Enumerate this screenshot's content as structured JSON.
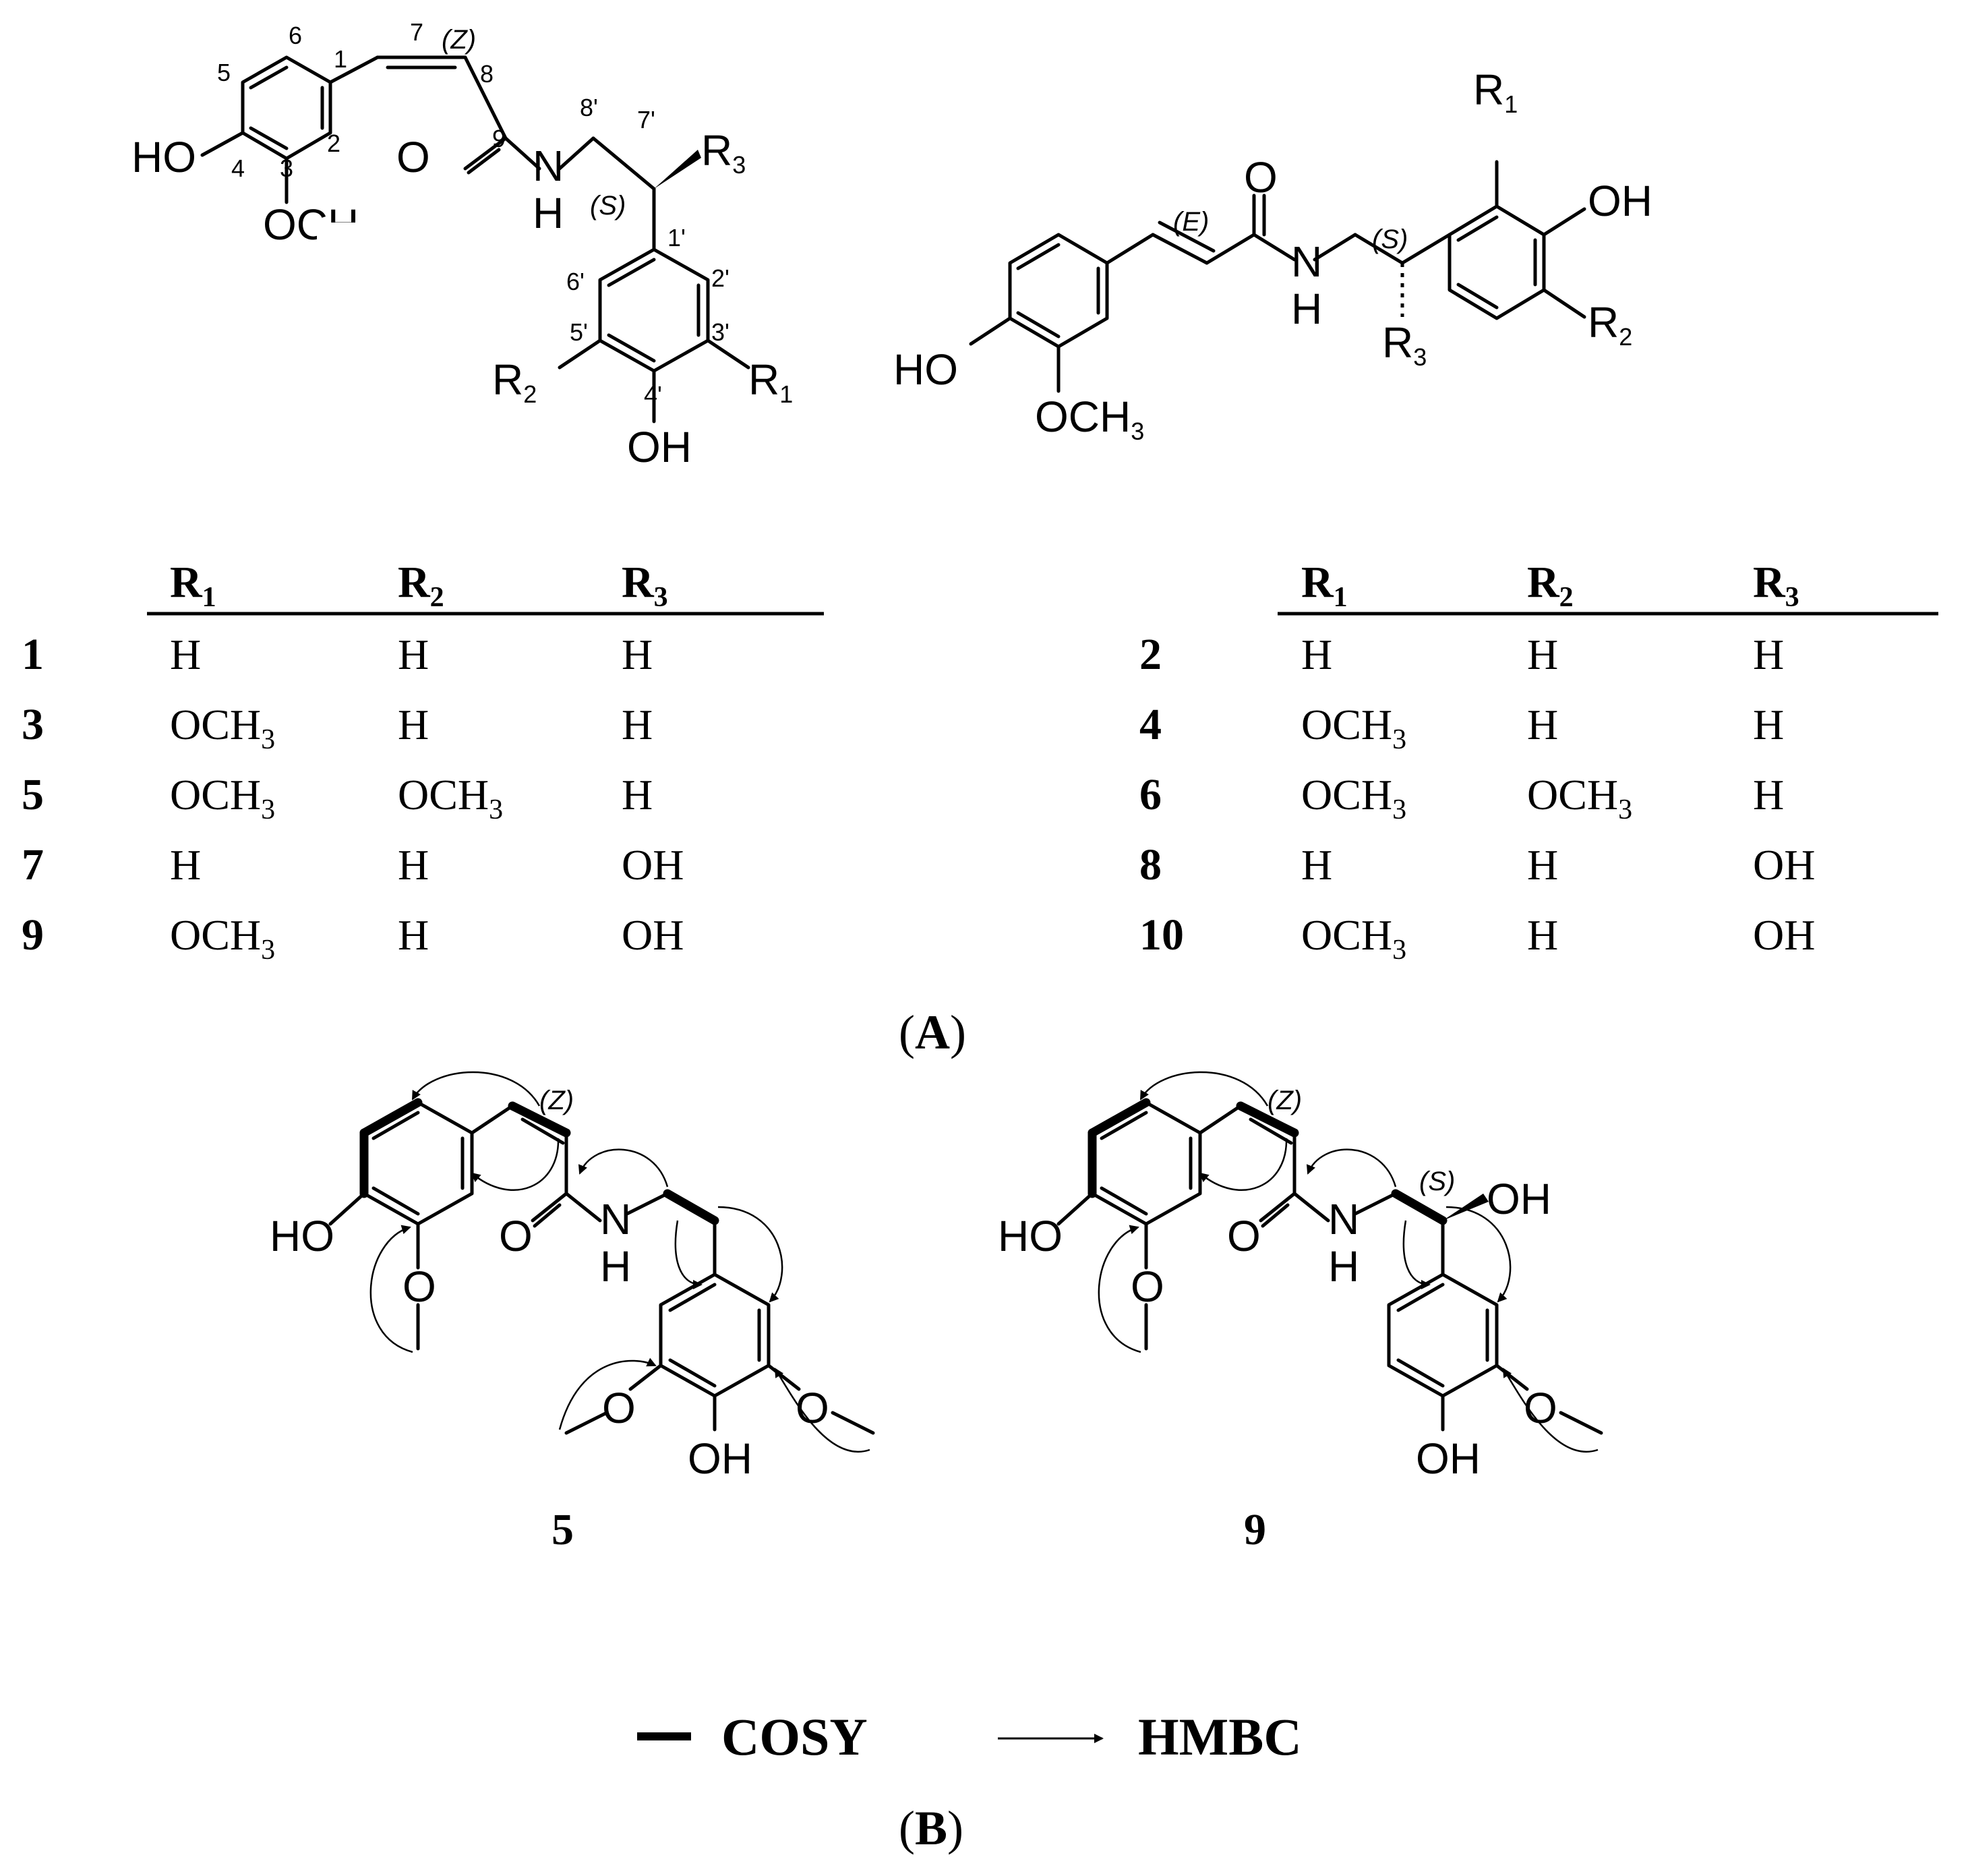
{
  "panel_a": {
    "caption": "A",
    "left_structure": {
      "labels": {
        "ho": "HO",
        "och3": "OCH",
        "oh": "OH",
        "nh_n": "N",
        "nh_h": "H",
        "o": "O",
        "r1": "R",
        "r2": "R",
        "r3": "R"
      },
      "numbers": [
        "1",
        "2",
        "3",
        "4",
        "5",
        "6",
        "7",
        "8",
        "9",
        "1'",
        "2'",
        "3'",
        "4'",
        "5'",
        "6'",
        "7'",
        "8'"
      ],
      "stereo": [
        "(Z)",
        "(S)"
      ]
    },
    "right_structure": {
      "labels": {
        "ho": "HO",
        "och3": "OCH",
        "oh": "OH",
        "nh_n": "N",
        "nh_h": "H",
        "o": "O",
        "r1": "R",
        "r2": "R",
        "r3": "R"
      },
      "stereo": [
        "(E)",
        "(S)"
      ]
    },
    "tables": [
      {
        "headers": [
          "R",
          "R",
          "R"
        ],
        "header_subs": [
          "1",
          "2",
          "3"
        ],
        "rows": [
          {
            "id": "1",
            "r1": "H",
            "r2": "H",
            "r3": "H"
          },
          {
            "id": "3",
            "r1": "OCH3",
            "r2": "H",
            "r3": "H"
          },
          {
            "id": "5",
            "r1": "OCH3",
            "r2": "OCH3",
            "r3": "H"
          },
          {
            "id": "7",
            "r1": "H",
            "r2": "H",
            "r3": "OH"
          },
          {
            "id": "9",
            "r1": "OCH3",
            "r2": "H",
            "r3": "OH"
          }
        ]
      },
      {
        "headers": [
          "R",
          "R",
          "R"
        ],
        "header_subs": [
          "1",
          "2",
          "3"
        ],
        "rows": [
          {
            "id": "2",
            "r1": "H",
            "r2": "H",
            "r3": "H"
          },
          {
            "id": "4",
            "r1": "OCH3",
            "r2": "H",
            "r3": "H"
          },
          {
            "id": "6",
            "r1": "OCH3",
            "r2": "OCH3",
            "r3": "H"
          },
          {
            "id": "8",
            "r1": "H",
            "r2": "H",
            "r3": "OH"
          },
          {
            "id": "10",
            "r1": "OCH3",
            "r2": "H",
            "r3": "OH"
          }
        ]
      }
    ]
  },
  "panel_b": {
    "caption": "B",
    "compounds": [
      {
        "id": "5",
        "labels": {
          "ho": "HO",
          "o": "O",
          "nh_n": "N",
          "nh_h": "H",
          "oh": "OH",
          "o_a": "O",
          "o_b": "O",
          "o_c": "O"
        },
        "stereo": "(Z)"
      },
      {
        "id": "9",
        "labels": {
          "ho": "HO",
          "o": "O",
          "nh_n": "N",
          "nh_h": "H",
          "oh": "OH",
          "oh2": "OH",
          "o_a": "O",
          "o_b": "O"
        },
        "stereo": [
          "(Z)",
          "(S)"
        ]
      }
    ],
    "legend": {
      "cosy": "COSY",
      "hmbc": "HMBC"
    }
  }
}
